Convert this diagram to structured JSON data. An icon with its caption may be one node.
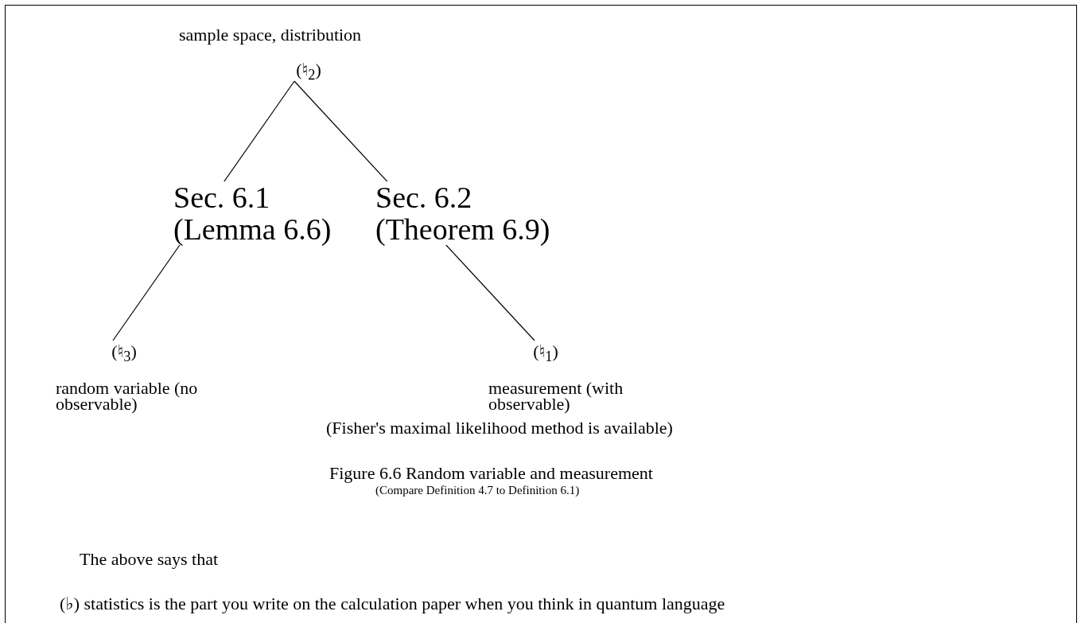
{
  "diagram": {
    "caption": "Figure 6.6 Random variable and measurement",
    "nodes": [
      {
        "text": [
          "(♮$_{2}$)"
        ],
        "beside": [
          "sample space, distribution"
        ]
      },
      {
        "text": [
          "(♮$_{3}$)"
        ],
        "beside": [
          "random variable (no observable)"
        ]
      },
      {
        "text": [
          "(♮$_{1}$)"
        ],
        "beside": [
          "measurement (with observable)",
          "(Fisher's maximal likelihood method is available)"
        ]
      }
    ],
    "edges": [
      {
        "from": 0,
        "to": 1,
        "arrow": "none",
        "label": "Sec. 6.1 (Lemma 6.6)"
      },
      {
        "from": 0,
        "to": 2,
        "arrow": "none",
        "label": "Sec. 6.2 (Theorem 6.9)"
      }
    ],
    "labels": [
      "(Compare Definition 4.7 to Definition 6.1)",
      "The above says that",
      "(♭) statistics is the part you write on the calculation paper when you think in quantum language"
    ]
  }
}
